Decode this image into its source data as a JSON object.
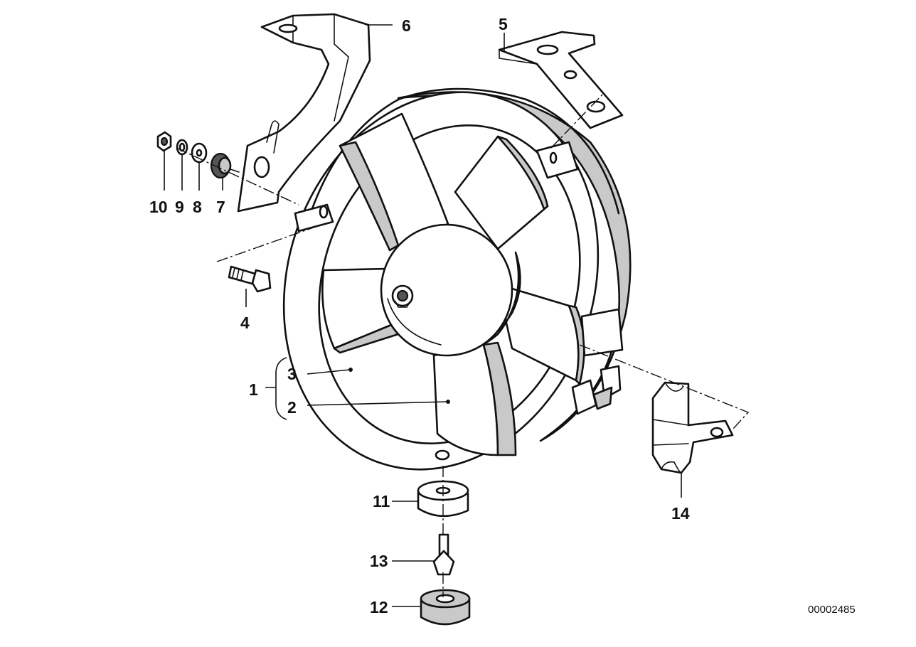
{
  "diagram": {
    "document_number": "00002485",
    "callouts": {
      "c1": "1",
      "c2": "2",
      "c3": "3",
      "c4": "4",
      "c5": "5",
      "c6": "6",
      "c7": "7",
      "c8": "8",
      "c9": "9",
      "c10": "10",
      "c11": "11",
      "c12": "12",
      "c13": "13",
      "c14": "14"
    }
  }
}
